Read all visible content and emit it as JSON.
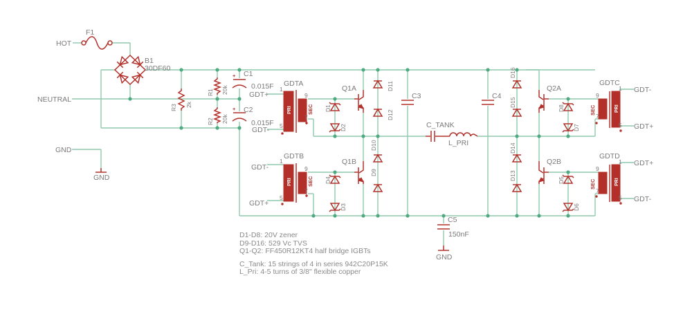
{
  "nets": {
    "hot": "HOT",
    "neutral": "NEUTRAL",
    "gnd_port": "GND",
    "gnd_symbol_1": "GND",
    "gnd_symbol_2": "GND"
  },
  "parts": {
    "f1": {
      "name": "F1"
    },
    "b1": {
      "name": "B1",
      "value": "30DF60"
    },
    "r1": {
      "name": "R1",
      "value": "20k"
    },
    "r2": {
      "name": "R2",
      "value": "20k"
    },
    "r3": {
      "name": "R3",
      "value": "2k"
    },
    "c1": {
      "name": "C1",
      "value": "0.015F"
    },
    "c2": {
      "name": "C2",
      "value": "0.015F"
    },
    "c3": {
      "name": "C3"
    },
    "c4": {
      "name": "C4"
    },
    "c5": {
      "name": "C5",
      "value": "150nF"
    },
    "c_tank": {
      "name": "C_TANK"
    },
    "l_pri": {
      "name": "L_PRI"
    },
    "q1a": {
      "name": "Q1A"
    },
    "q1b": {
      "name": "Q1B"
    },
    "q2a": {
      "name": "Q2A"
    },
    "q2b": {
      "name": "Q2B"
    },
    "diodes": {
      "d1": "D1",
      "d2": "D2",
      "d3": "D3",
      "d4": "D4",
      "d5": "D5",
      "d6": "D6",
      "d7": "D7",
      "d8": "D8",
      "d9": "D9",
      "d10": "D10",
      "d11": "D11",
      "d12": "D12",
      "d13": "D13",
      "d14": "D14",
      "d15": "D15",
      "d16": "D16"
    },
    "gdta": {
      "name": "GDTA",
      "pin_top": "GDT+",
      "pin_bot": "GDT-"
    },
    "gdtb": {
      "name": "GDTB",
      "pin_top": "GDT-",
      "pin_bot": "GDT+"
    },
    "gdtc": {
      "name": "GDTC",
      "pin_top": "GDT-",
      "pin_bot": "GDT+"
    },
    "gdtd": {
      "name": "GDTD",
      "pin_top": "GDT+",
      "pin_bot": "GDT-"
    },
    "gdt_common": {
      "pri": "PRI",
      "sec": "SEC",
      "pin1": "1",
      "pin5": "5",
      "pin9": "9",
      "pin7": "7"
    }
  },
  "notes": [
    "D1-D8: 20V zener",
    "D9-D16: 529 Vc TVS",
    "Q1-Q2: FF450R12KT4 half bridge IGBTs",
    "",
    "C_Tank: 15 strings of 4 in series 942C20P15K",
    "L_Pri: 4-5 turns of 3/8\" flexible copper"
  ],
  "colors": {
    "wire": "#8fc9ae",
    "junction": "#4faa7f",
    "part": "#b3302a",
    "text": "#7a7a7a"
  }
}
